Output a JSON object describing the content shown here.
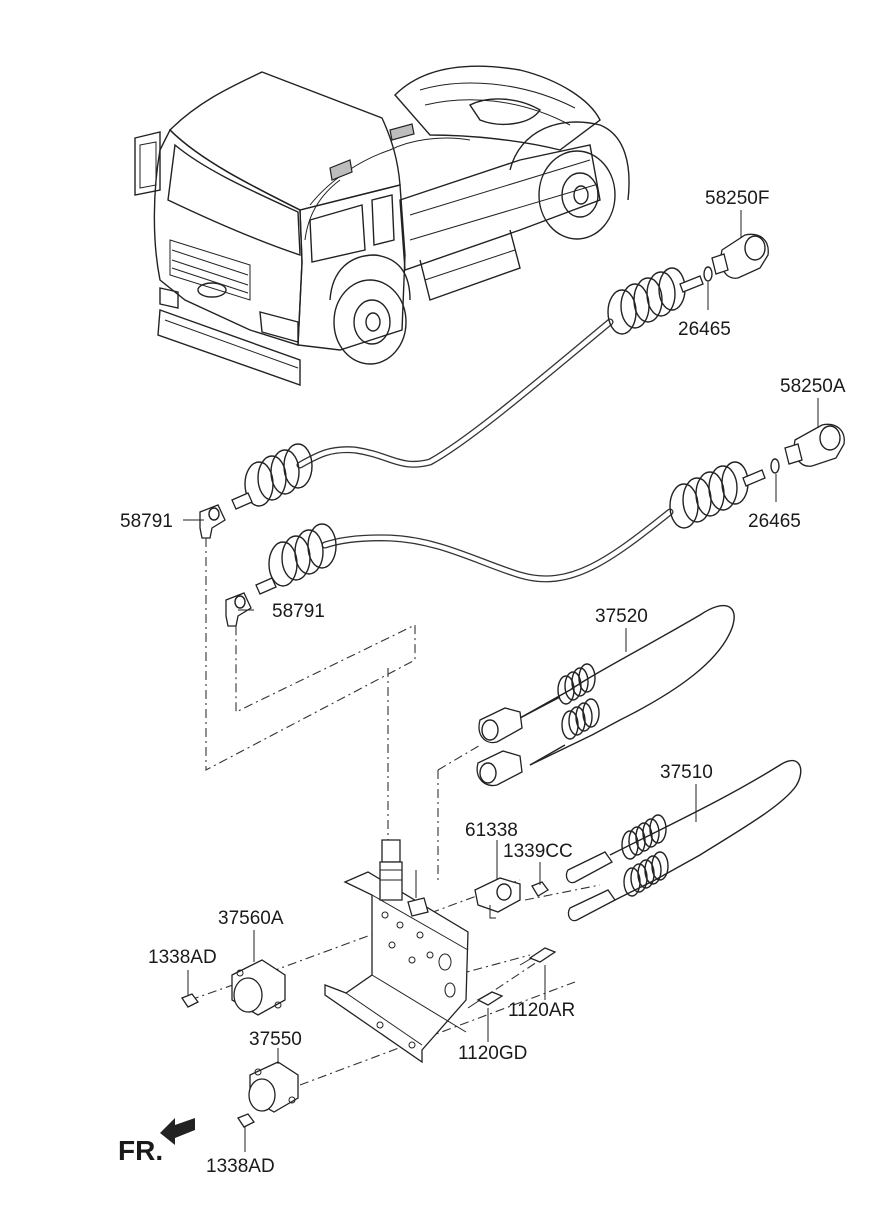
{
  "diagram": {
    "direction_label": "FR.",
    "parts": {
      "p58250F": "58250F",
      "p26465a": "26465",
      "p58250A": "58250A",
      "p26465b": "26465",
      "p58791a": "58791",
      "p58791b": "58791",
      "p37520": "37520",
      "p37510": "37510",
      "p61338": "61338",
      "p1339CC": "1339CC",
      "p37560A": "37560A",
      "p1338AD_top": "1338AD",
      "p1120AR": "1120AR",
      "p1120GD": "1120GD",
      "p37550": "37550",
      "p1338AD_bottom": "1338AD"
    }
  }
}
